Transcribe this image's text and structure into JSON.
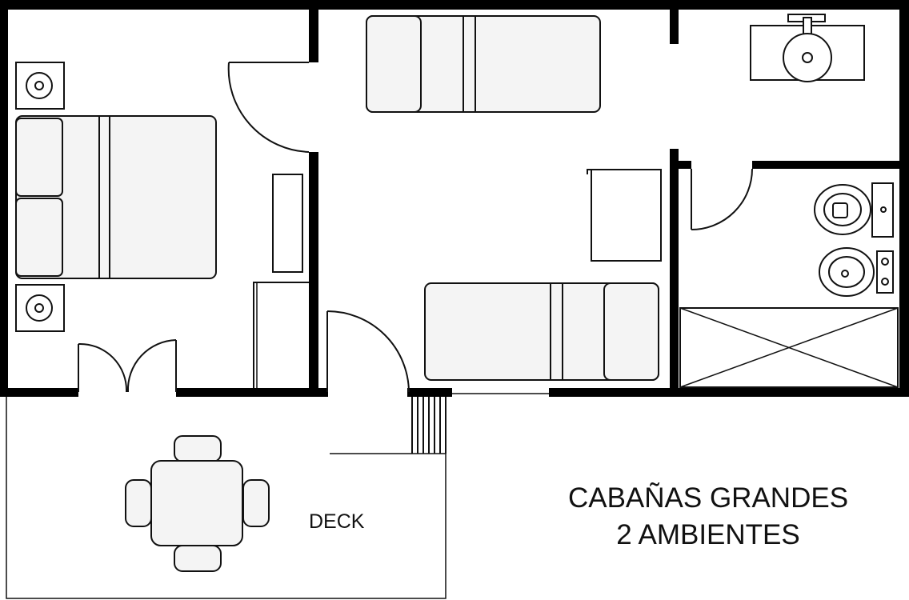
{
  "plan": {
    "deck_label": "DECK",
    "title_line1": "CABAÑAS GRANDES",
    "title_line2": "2 AMBIENTES"
  },
  "colors": {
    "walls": "#000000",
    "fixtures": "#f4f4f4",
    "background": "#ffffff"
  }
}
